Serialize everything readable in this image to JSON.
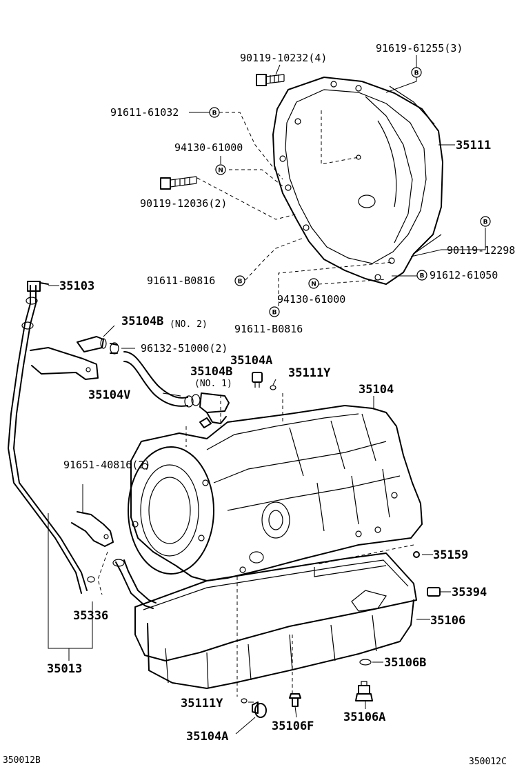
{
  "diagram": {
    "labels": {
      "p90119_10232": "90119-10232(4)",
      "p91619_61255": "91619-61255(3)",
      "p91611_61032": "91611-61032",
      "p94130_61000_top": "94130-61000",
      "p35111": "35111",
      "p90119_12036": "90119-12036(2)",
      "p90119_12298": "90119-12298",
      "p91611_B0816_a": "91611-B0816",
      "p91612_61050": "91612-61050",
      "p35103": "35103",
      "p94130_61000_bot": "94130-61000",
      "p91611_B0816_b": "91611-B0816",
      "p35104B_no2": "35104B",
      "no2": "(NO. 2)",
      "p96132_51000": "96132-51000(2)",
      "p35104A_top": "35104A",
      "p35104B_no1": "35104B",
      "no1": "(NO. 1)",
      "p35111Y_top": "35111Y",
      "p35104V": "35104V",
      "p35104": "35104",
      "p91651_40816": "91651-40816(2)",
      "p35159": "35159",
      "p35394": "35394",
      "p35336": "35336",
      "p35106": "35106",
      "p35013": "35013",
      "p35106B": "35106B",
      "p35111Y_bot": "35111Y",
      "p35106A": "35106A",
      "p35104A_bot": "35104A",
      "p35106F": "35106F",
      "code_left": "350012B",
      "code_right": "350012C"
    },
    "markers": {
      "b": "B",
      "n": "N"
    }
  }
}
